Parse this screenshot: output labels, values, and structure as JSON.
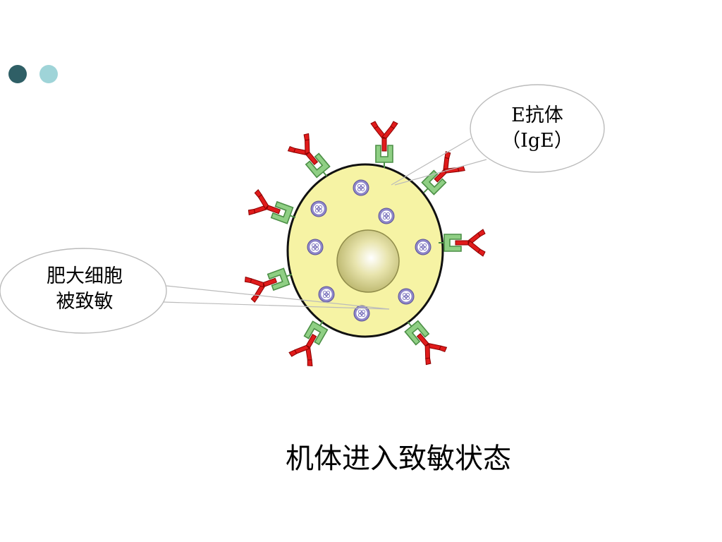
{
  "decor": {
    "dot_colors": [
      "#2f5f66",
      "#9fd4d8"
    ]
  },
  "colors": {
    "cell_fill": "#f6f3a4",
    "nucleus_fill": "#c9c47a",
    "receptor_fill": "#8fcf84",
    "antibody_fill": "#e01b1b",
    "granule_fill": "#8e86c9"
  },
  "callouts": {
    "ige": {
      "line1": "E抗体",
      "line2": "（IgE）"
    },
    "mast_cell": {
      "line1": "肥大细胞",
      "line2": "被致敏"
    }
  },
  "caption": "机体进入致敏状态",
  "icons": {
    "cell": "mast-cell-icon",
    "receptor": "fc-receptor-icon",
    "antibody": "ige-antibody-icon",
    "granule": "granule-icon"
  }
}
